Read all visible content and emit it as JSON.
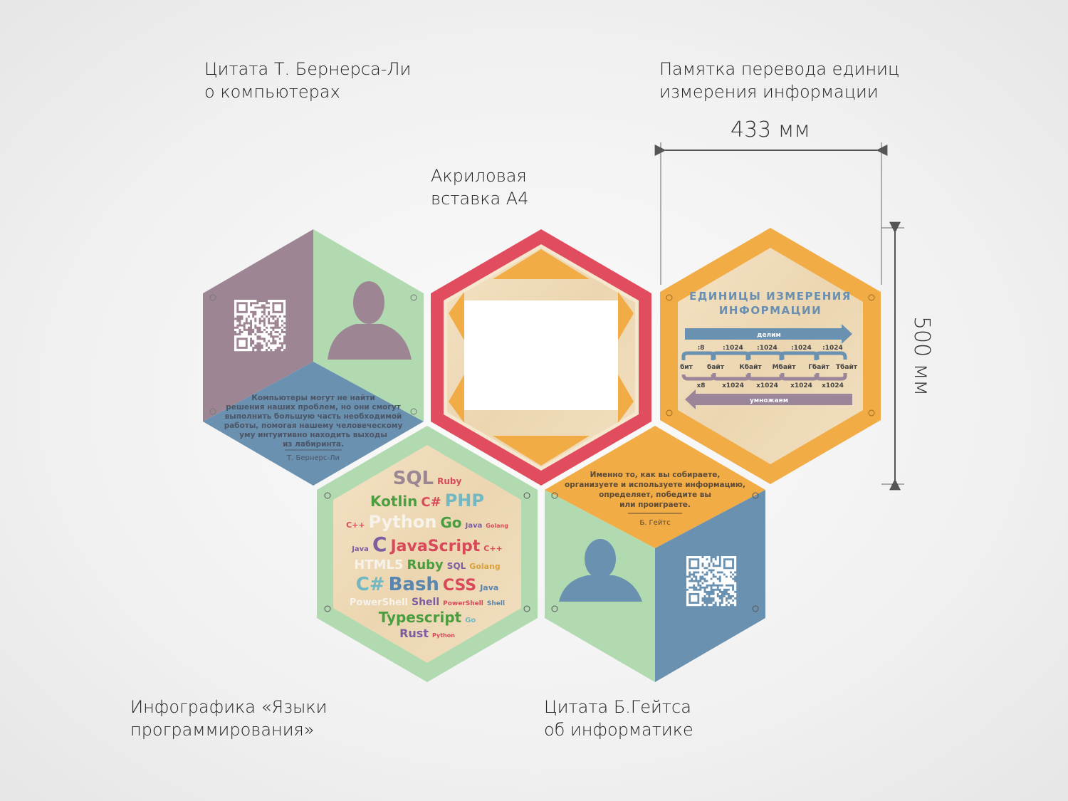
{
  "labels": {
    "berners_lee": [
      "Цитата Т. Бернерса-Ли",
      "о компьютерах"
    ],
    "units": [
      "Памятка перевода единиц",
      "измерения информации"
    ],
    "acrylic": [
      "Акриловая",
      "вставка А4"
    ],
    "languages": [
      "Инфографика «Языки",
      "программирования»"
    ],
    "gates": [
      "Цитата Б.Гейтса",
      "об информатике"
    ]
  },
  "dimensions": {
    "width": "433 мм",
    "height": "500 мм"
  },
  "colors": {
    "purple": "#9e8594",
    "green": "#b1dab1",
    "blue": "#6a91b0",
    "orange": "#f2ac45",
    "red": "#e14c5f",
    "wood": "#efdcbb"
  },
  "hex1": {
    "quote": [
      "Компьютеры могут не найти",
      "решения наших проблем, но они смогут",
      "выполнить большую часть необходимой",
      "работы, помогая нашему человеческому",
      "уму интуитивно находить выходы",
      "из лабиринта."
    ],
    "author": "Т. Бернерс-Ли"
  },
  "hex3": {
    "title": [
      "ЕДИНИЦЫ ИЗМЕРЕНИЯ",
      "ИНФОРМАЦИИ"
    ],
    "divide": "делим",
    "multiply": "умножаем",
    "units": [
      "бит",
      "байт",
      "Кбайт",
      "Мбайт",
      "Гбайт",
      "Тбайт"
    ],
    "div_factors": [
      ":8",
      ":1024",
      ":1024",
      ":1024",
      ":1024"
    ],
    "mul_factors": [
      "x8",
      "x1024",
      "x1024",
      "x1024",
      "x1024"
    ]
  },
  "hex4": {
    "words": [
      "SQL",
      "Ruby",
      "PHP",
      "Kotlin",
      "C#",
      "C++",
      "Python",
      "Go",
      "JavaScript",
      "C",
      "HTML5",
      "Ruby",
      "SQL",
      "C#",
      "Bash",
      "CSS",
      "Shell",
      "PowerShell",
      "Typescript",
      "Rust",
      "Java",
      "Golang",
      "Java",
      "PowerShell",
      "Golang",
      "Python",
      "Go",
      "Shell",
      "Java",
      "C++"
    ]
  },
  "hex5": {
    "quote": [
      "Именно то, как вы собираете,",
      "организуете и используете информацию,",
      "определяет, победите вы",
      "или проиграете."
    ],
    "author": "Б. Гейтс"
  }
}
